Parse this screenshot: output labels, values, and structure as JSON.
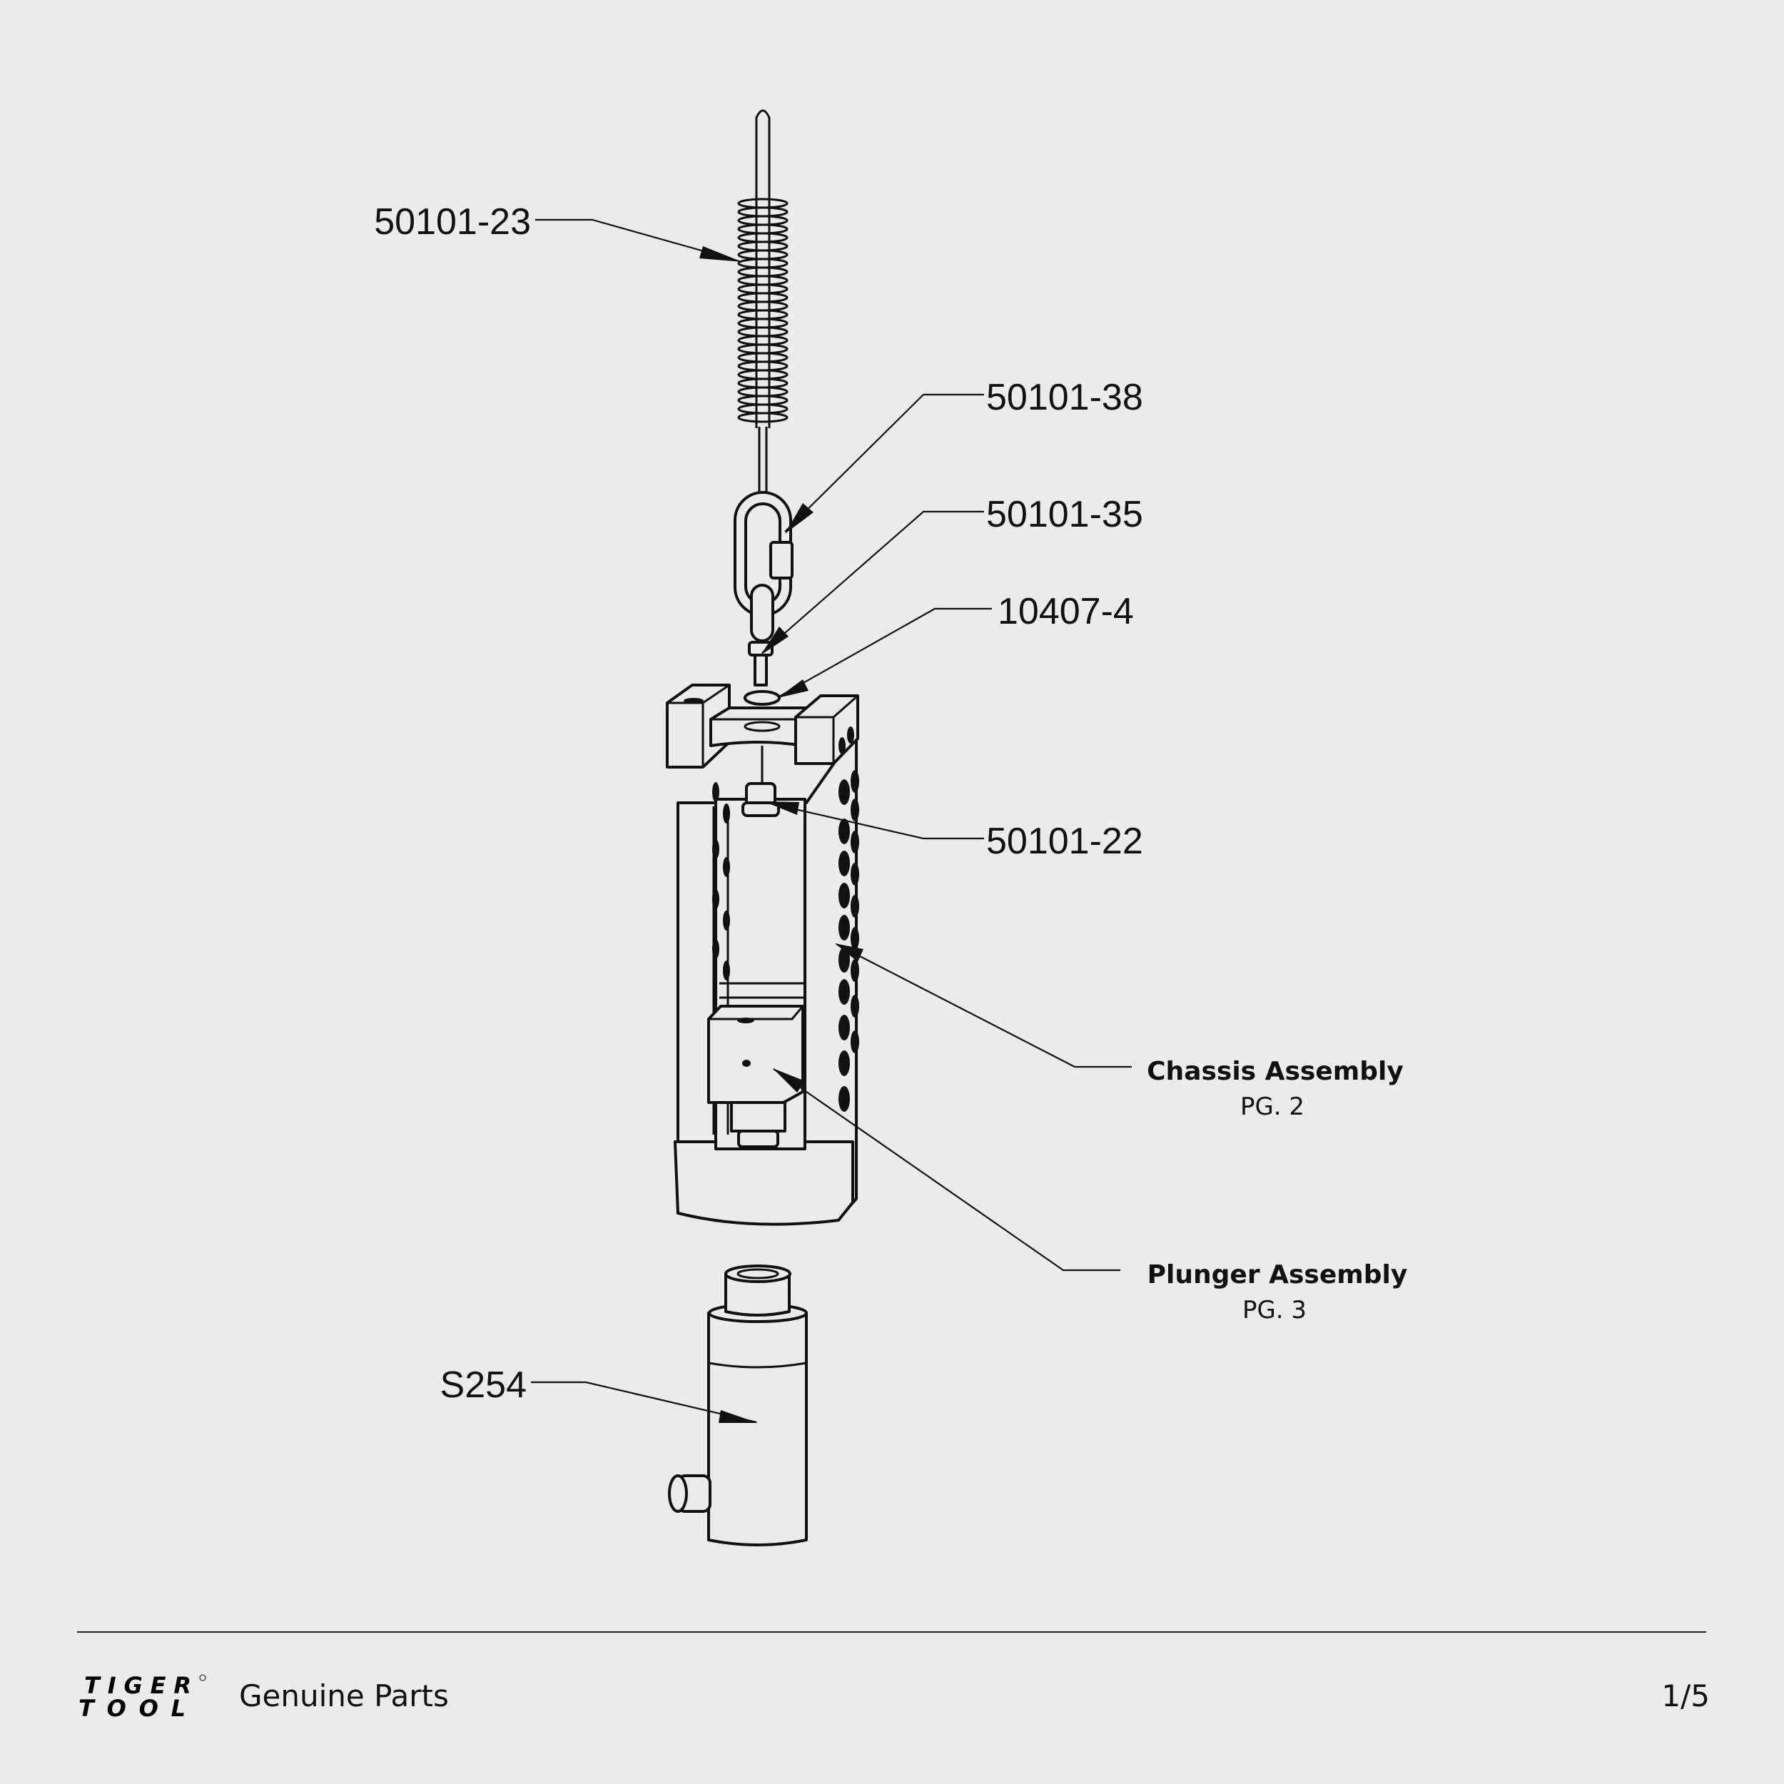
{
  "callouts": [
    {
      "part_number": "50101-23"
    },
    {
      "part_number": "50101-38"
    },
    {
      "part_number": "50101-35"
    },
    {
      "part_number": "10407-4"
    },
    {
      "part_number": "50101-22"
    },
    {
      "part_number": "S254"
    }
  ],
  "assemblies": [
    {
      "title": "Chassis Assembly",
      "page_ref": "PG. 2"
    },
    {
      "title": "Plunger Assembly",
      "page_ref": "PG. 3"
    }
  ],
  "footer": {
    "brand_line1": "TIGER",
    "brand_line2": "TOOL",
    "tagline": "Genuine Parts",
    "page_indicator": "1/5"
  }
}
